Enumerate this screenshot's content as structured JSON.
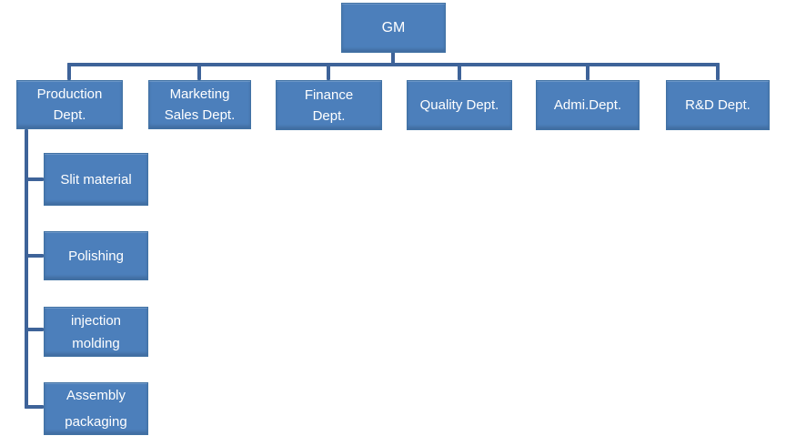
{
  "colors": {
    "node_fill": "#4c7fbb",
    "node_border": "#4172a4",
    "connector": "#3e6399",
    "node_text": "#ffffff",
    "background": "#ffffff"
  },
  "org": {
    "root": {
      "id": "gm",
      "lines": [
        "GM"
      ]
    },
    "departments": [
      {
        "id": "production-dept",
        "lines": [
          "Production",
          "Dept."
        ]
      },
      {
        "id": "marketing-sales-dept",
        "lines": [
          "Marketing",
          "Sales Dept."
        ]
      },
      {
        "id": "finance-dept",
        "lines": [
          "Finance",
          "Dept."
        ]
      },
      {
        "id": "quality-dept",
        "lines": [
          "Quality Dept."
        ]
      },
      {
        "id": "admin-dept",
        "lines": [
          "Admi.Dept."
        ]
      },
      {
        "id": "rd-dept",
        "lines": [
          "R&D Dept."
        ]
      }
    ],
    "production_children": [
      {
        "id": "slit-material",
        "lines": [
          "Slit material"
        ]
      },
      {
        "id": "polishing",
        "lines": [
          "Polishing"
        ]
      },
      {
        "id": "injection-molding",
        "lines": [
          "injection",
          "molding"
        ]
      },
      {
        "id": "assembly-packaging",
        "lines": [
          "Assembly",
          "packaging"
        ]
      }
    ]
  }
}
